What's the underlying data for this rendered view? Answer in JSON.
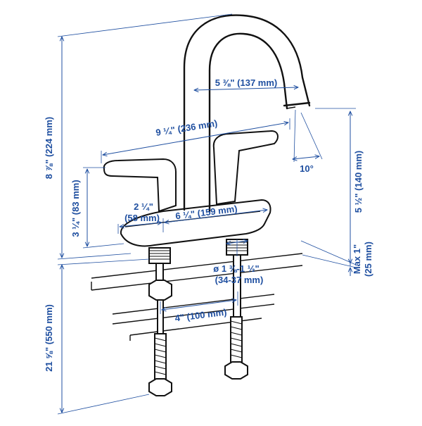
{
  "dimensions": {
    "overall_height": "8 ⅞\" (224 mm)",
    "spout_reach": "5 ⅜\" (137 mm)",
    "handle_span": "9 ¼\" (236 mm)",
    "spout_angle": "10°",
    "handle_height": "3 ¼\" (83 mm)",
    "spout_height": "5 ½\" (140 mm)",
    "base_width_in": "2 ¼\"",
    "base_width_mm": "(58 mm)",
    "center_spacing": "6 ¼\" (159 mm)",
    "hole_diameter_in": "ø 1 ⅜-1 ½\"",
    "hole_diameter_mm": "(34-37 mm)",
    "max_thickness_in": "Max 1\"",
    "max_thickness_mm": "(25 mm)",
    "hose_spacing": "4\" (100 mm)",
    "hose_length": "21 ⅝\" (550 mm)"
  },
  "colors": {
    "dimension": "#1f4fa0",
    "ink": "#111111"
  }
}
